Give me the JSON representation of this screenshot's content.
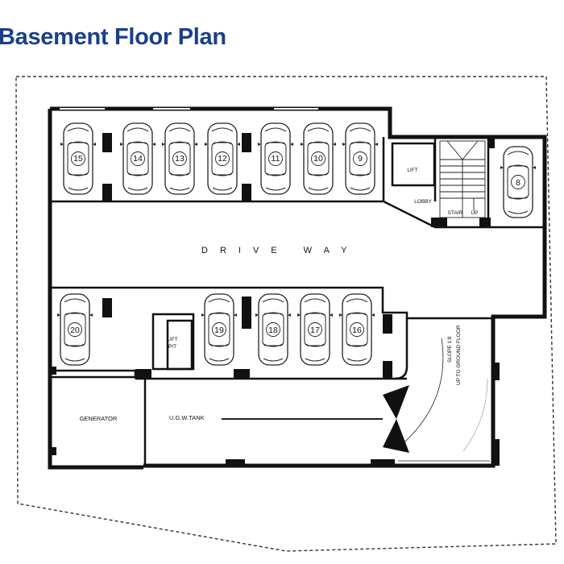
{
  "title": "Basement Floor Plan",
  "labels": {
    "driveway": "DRIVE WAY",
    "lift": "LIFT",
    "lobby": "LOBBY",
    "stair": "STAIR",
    "up": "UP",
    "lift_pit_line1": "LIFT",
    "lift_pit_line2": "PIT",
    "generator": "GENERATOR",
    "ugw_tank": "U.G.W.TANK",
    "slope_line1": "SLOPE  1:8",
    "slope_line2": "UP TO GROUND FLOOR"
  },
  "parking_slots": {
    "top_row": [
      "15",
      "14",
      "13",
      "12",
      "11",
      "10",
      "9"
    ],
    "right": "8",
    "bottom_row": [
      "20",
      "19",
      "18",
      "17",
      "16"
    ]
  }
}
